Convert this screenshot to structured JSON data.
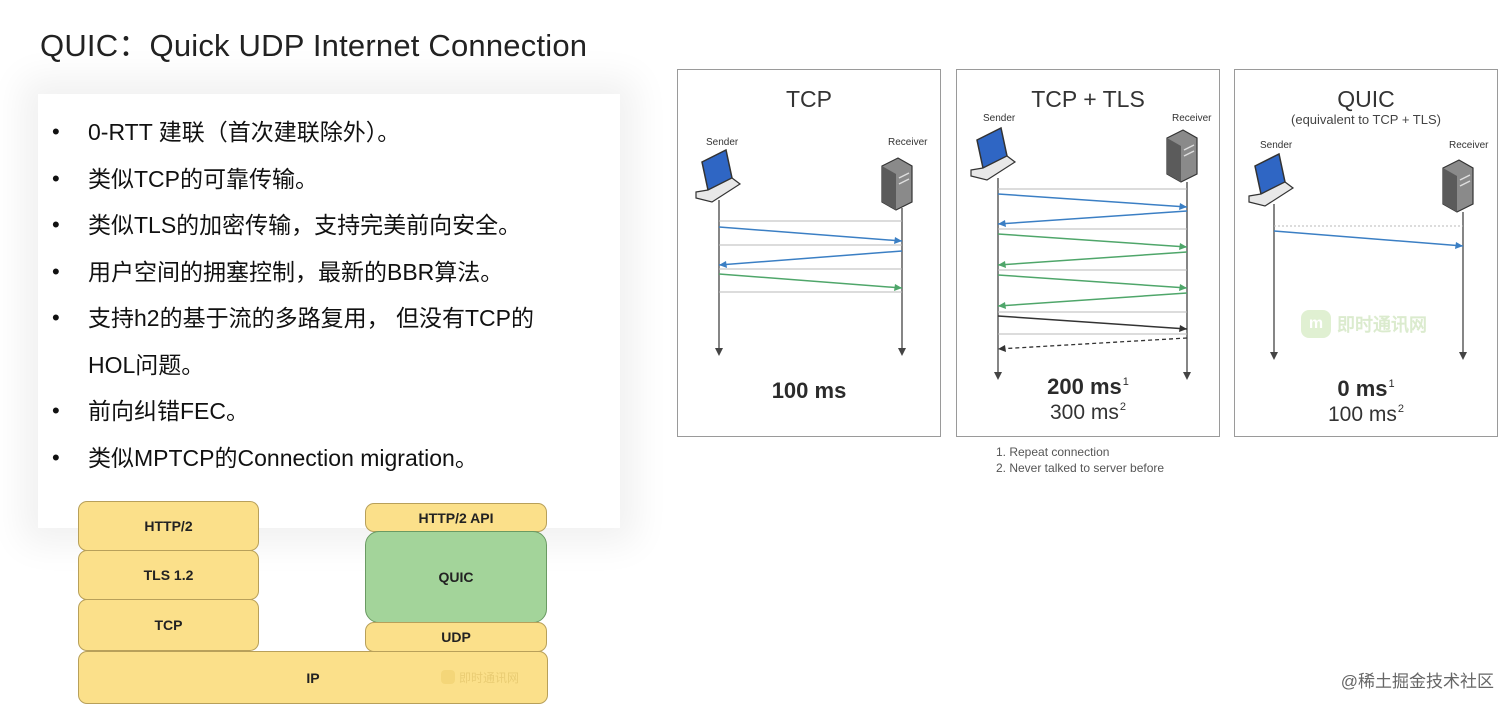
{
  "title": "QUIC：Quick UDP Internet Connection",
  "features": [
    "0-RTT 建联（首次建联除外）。",
    "类似TCP的可靠传输。",
    "类似TLS的加密传输，支持完美前向安全。",
    "用户空间的拥塞控制，最新的BBR算法。",
    "支持h2的基于流的多路复用， 但没有TCP的",
    "HOL问题。",
    "前向纠错FEC。",
    "类似MPTCP的Connection migration。"
  ],
  "stack": {
    "left": [
      "HTTP/2",
      "TLS 1.2",
      "TCP"
    ],
    "right": [
      "HTTP/2 API",
      "QUIC",
      "UDP"
    ],
    "base": "IP",
    "watermark": "即时通讯网"
  },
  "panels": [
    {
      "title": "TCP",
      "subtitle": "",
      "sender": "Sender",
      "receiver": "Receiver",
      "latency_main": "100 ms",
      "main_note": "",
      "latency_sub": "",
      "sub_note": ""
    },
    {
      "title": "TCP + TLS",
      "subtitle": "",
      "sender": "Sender",
      "receiver": "Receiver",
      "latency_main": "200 ms",
      "main_note": "1",
      "latency_sub": "300 ms",
      "sub_note": "2"
    },
    {
      "title": "QUIC",
      "subtitle": "(equivalent to TCP + TLS)",
      "sender": "Sender",
      "receiver": "Receiver",
      "latency_main": "0 ms",
      "main_note": "1",
      "latency_sub": "100 ms",
      "sub_note": "2"
    }
  ],
  "footnotes": [
    "1. Repeat connection",
    "2. Never talked to server before"
  ],
  "diagram_watermark": "即时通讯网",
  "credit": "@稀土掘金技术社区",
  "colors": {
    "arrow_blue": "#3b7fc4",
    "arrow_green": "#4fa66a",
    "arrow_gray": "#b8b8b8",
    "layer_yellow": "#fbe08a",
    "layer_green": "#a3d49a"
  }
}
